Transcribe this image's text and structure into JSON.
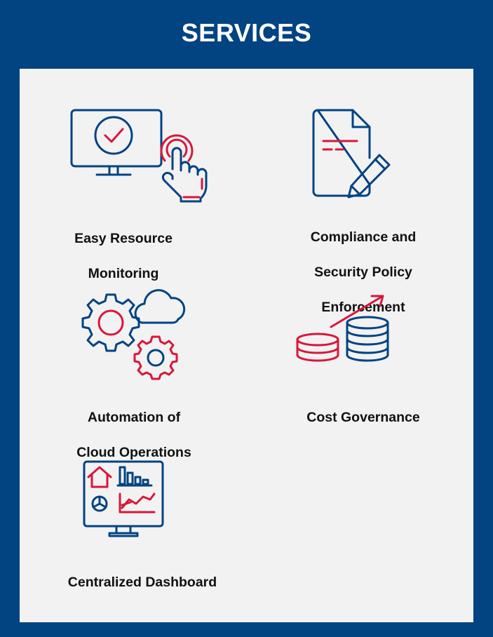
{
  "header": {
    "title": "SERVICES"
  },
  "colors": {
    "navy": "#024382",
    "red": "#d8173b",
    "panel": "#f2f2f2"
  },
  "services": [
    {
      "icon": "monitor-touch-icon",
      "lines": [
        "Easy Resource",
        "Monitoring"
      ]
    },
    {
      "icon": "document-pencil-icon",
      "lines": [
        "Compliance and",
        "Security Policy",
        "Enforcement"
      ]
    },
    {
      "icon": "gears-cloud-icon",
      "lines": [
        "Automation of",
        "Cloud Operations"
      ]
    },
    {
      "icon": "coins-growth-icon",
      "lines": [
        "Cost Governance"
      ]
    },
    {
      "icon": "dashboard-monitor-icon",
      "lines": [
        "Centralized Dashboard"
      ]
    }
  ]
}
